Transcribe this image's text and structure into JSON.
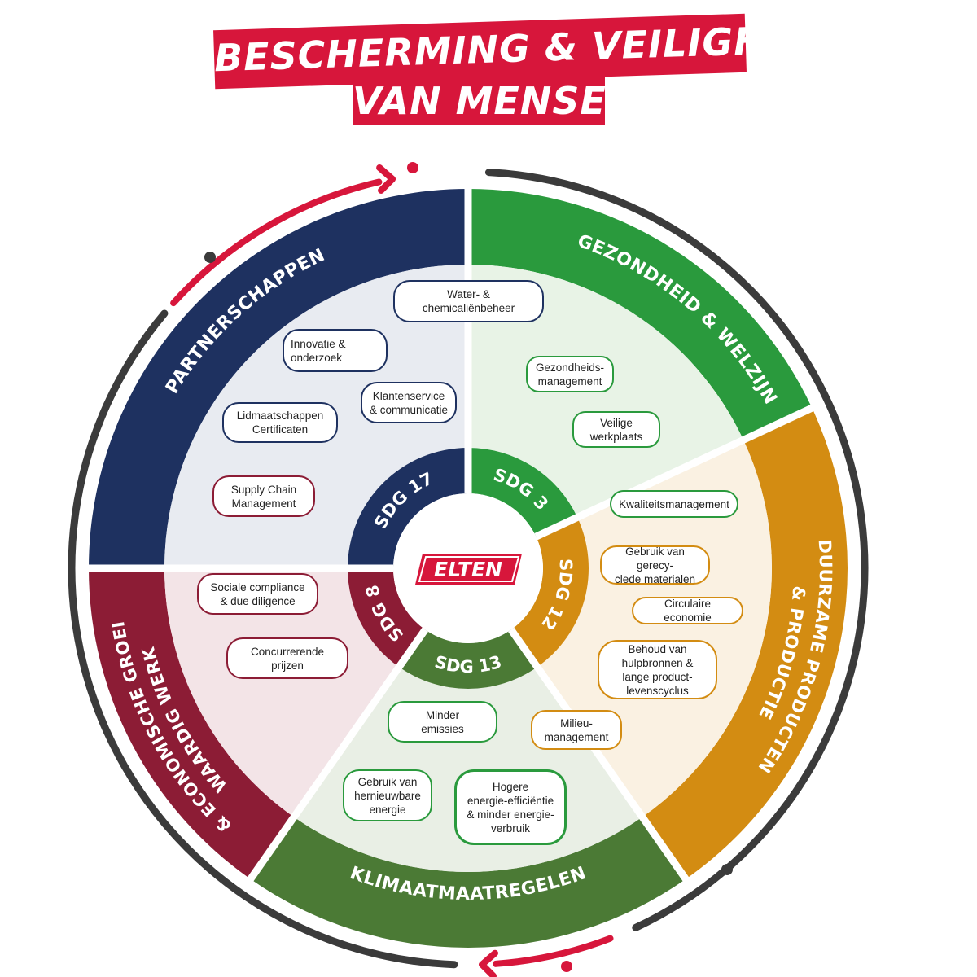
{
  "header": {
    "line1": "BESCHERMING & VEILIGHEID",
    "line2": "VAN MENSEN"
  },
  "colors": {
    "red_accent": "#d7163b",
    "navy": "#1e3160",
    "green": "#2a9a3d",
    "orange": "#d38c12",
    "burgundy": "#8c1c35",
    "dark_green": "#4b7a35",
    "gray_ring": "#3b3b3b"
  },
  "segments": [
    {
      "title": "PARTNERSCHAPPEN",
      "sdg": "SDG 17"
    },
    {
      "title": "GEZONDHEID & WELZIJN",
      "sdg": "SDG 3"
    },
    {
      "title_line1": "DUURZAME PRODUCTEN",
      "title_line2": "& PRODUCTIE",
      "sdg": "SDG 12"
    },
    {
      "title": "KLIMAATMAATREGELEN",
      "sdg": "SDG 13"
    },
    {
      "title_line1": "WAARDIG WERK",
      "title_line2": "& ECONOMISCHE GROEI",
      "sdg": "SDG 8"
    }
  ],
  "center_logo": "ELTEN",
  "topics": {
    "partnerships": [
      "Water- &\nchemicaliënbeheer",
      "Innovatie &\nonderzoek",
      "Klantenservice\n& communicatie",
      "Lidmaatschappen\nCertificaten"
    ],
    "health": [
      "Gezondheids-\nmanagement",
      "Veilige\nwerkplaats"
    ],
    "sustainable": [
      "Kwaliteitsmanagement",
      "Gebruik van gerecy-\nclede materialen",
      "Circulaire economie",
      "Behoud van\nhulpbronnen &\nlange product-\nlevenscyclus"
    ],
    "climate": [
      "Milieu-\nmanagement",
      "Minder\nemissies",
      "Gebruik van\nhernieuwbare\nenergie",
      "Hogere\nenergie-efficiëntie\n& minder energie-\nverbruik"
    ],
    "work": [
      "Supply Chain\nManagement",
      "Sociale compliance\n& due diligence",
      "Concurrerende\nprijzen"
    ]
  }
}
